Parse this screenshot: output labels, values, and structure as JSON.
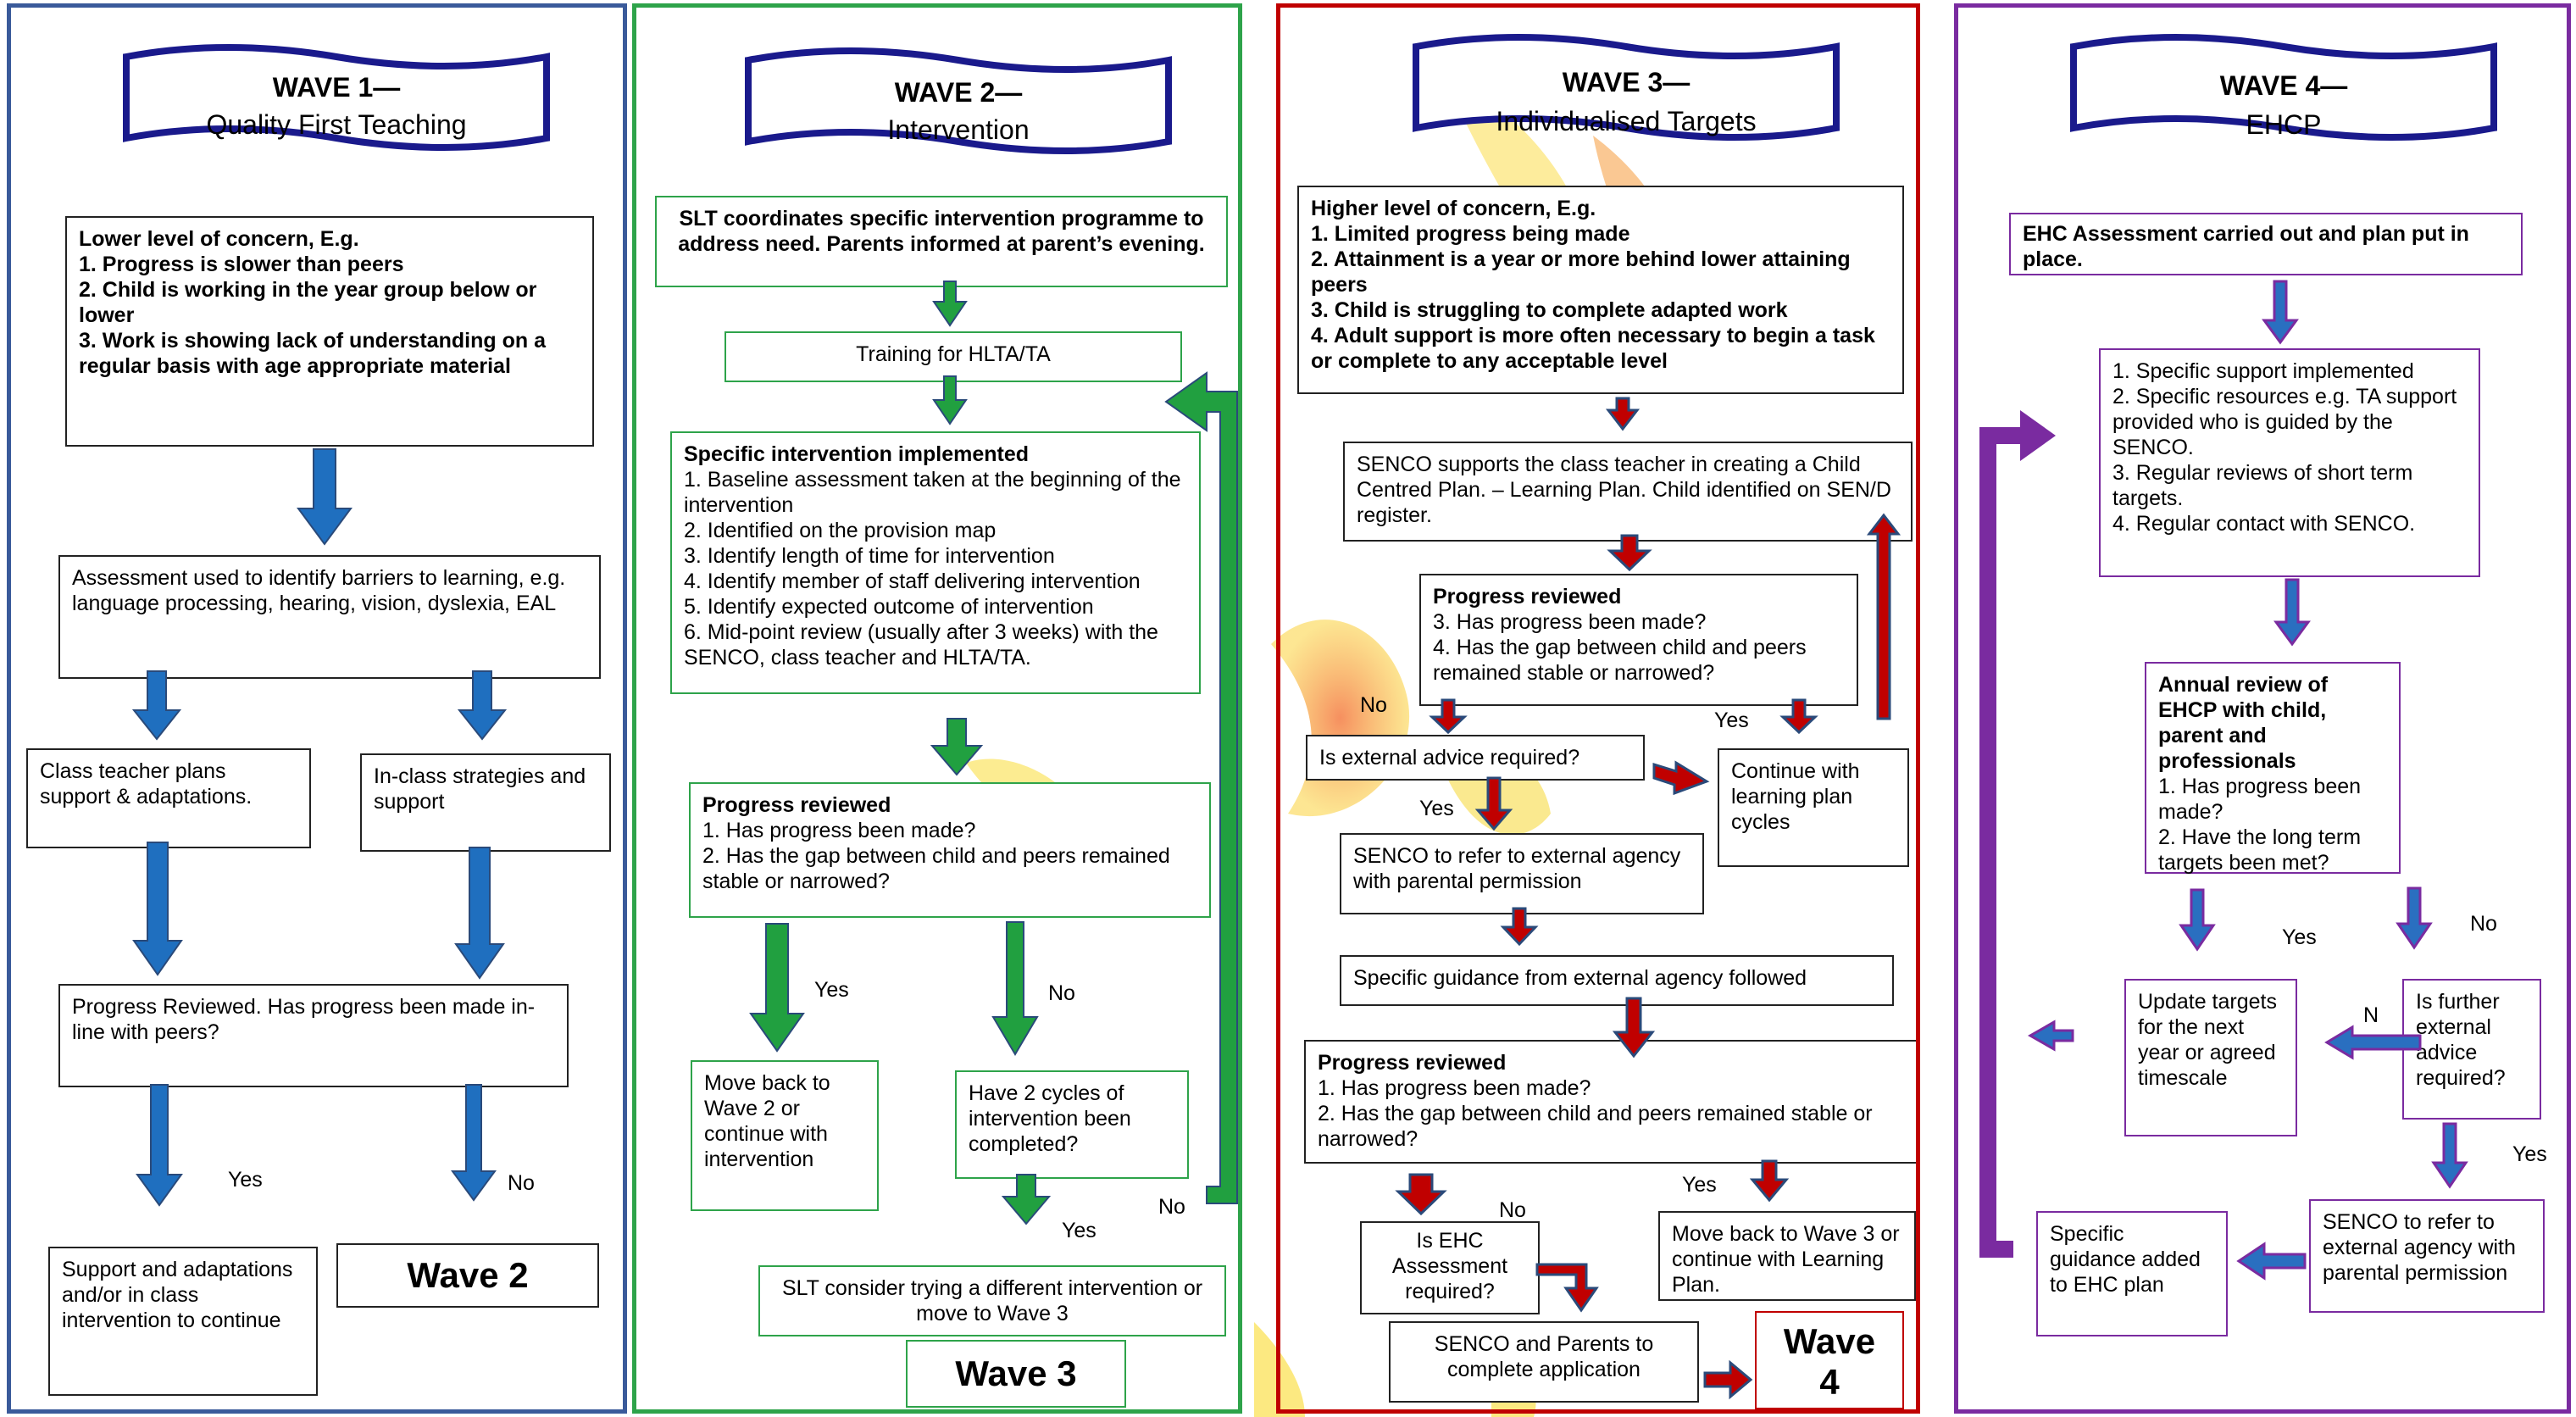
{
  "wave1": {
    "title": "WAVE 1—",
    "subtitle": "Quality First Teaching",
    "concern_heading": "Lower level of concern, E.g.",
    "concern_items": [
      "1. Progress is slower than peers",
      "2. Child is working in the year group below or lower",
      "3. Work is showing lack of understanding on a regular basis with age appropriate material"
    ],
    "assessment": "Assessment used to identify barriers to learning, e.g. language processing, hearing, vision, dyslexia, EAL",
    "class_teacher": "Class teacher plans support & adaptations.",
    "in_class": "In-class strategies and support",
    "progress": "Progress Reviewed.  Has progress been made in-line with peers?",
    "yes": "Yes",
    "no": "No",
    "support": "Support and adaptations and/or in class intervention to continue",
    "wave2": "Wave 2"
  },
  "wave2": {
    "title": "WAVE 2—",
    "subtitle": "Intervention",
    "slt": "SLT coordinates specific intervention programme to address need.  Parents informed at parent’s evening.",
    "training": "Training for HLTA/TA",
    "specific_heading": "Specific intervention implemented",
    "specific_items": [
      "1. Baseline assessment taken at the beginning of the intervention",
      "2. Identified on the provision map",
      "3. Identify length of time for intervention",
      "4. Identify member of staff delivering intervention",
      "5. Identify expected outcome of intervention",
      "6. Mid-point review (usually after 3 weeks) with the SENCO, class teacher and HLTA/TA."
    ],
    "progress_heading": "Progress reviewed",
    "progress_items": [
      "1.  Has progress been made?",
      "2.  Has the gap between child and peers remained stable or narrowed?"
    ],
    "yes": "Yes",
    "no": "No",
    "move_back": "Move back to Wave 2 or continue with intervention",
    "two_cycles": "Have 2 cycles of intervention been completed?",
    "yes2": "Yes",
    "no2": "No",
    "slt_consider": "SLT consider trying a different intervention or move to Wave 3",
    "wave3": "Wave 3"
  },
  "wave3": {
    "title": "WAVE 3—",
    "subtitle": "Individualised Targets",
    "concern_heading": "Higher level of concern, E.g.",
    "concern_items": [
      "1. Limited progress being made",
      "2. Attainment is a year or more behind lower attaining peers",
      "3. Child is struggling to complete adapted work",
      "4. Adult support is more often necessary to begin a task or complete to any acceptable level"
    ],
    "senco": "SENCO supports the class teacher in creating a Child Centred Plan. – Learning Plan.  Child identified on SEN/D register.",
    "progress_heading": "Progress reviewed",
    "progress_items": [
      "3.  Has progress been made?",
      "4.  Has the gap between child and peers remained stable or narrowed?"
    ],
    "no": "No",
    "yes": "Yes",
    "external": "Is external advice required?",
    "continue": "Continue with learning plan cycles",
    "yes2": "Yes",
    "senco_refer": "SENCO to refer to external agency with parental permission",
    "guidance": "Specific guidance from external agency followed",
    "progress2_heading": "Progress reviewed",
    "progress2_items": [
      "1.  Has progress been made?",
      "2.  Has the gap between child and peers remained stable or narrowed?"
    ],
    "no2": "No",
    "yes3": "Yes",
    "ehc": "Is EHC Assessment required?",
    "move_back": "Move back to Wave 3 or continue with Learning Plan.",
    "senco_parents": "SENCO and Parents to complete application",
    "wave4": "Wave 4"
  },
  "wave4": {
    "title": "WAVE 4—",
    "subtitle": "EHCP",
    "ehc": "EHC Assessment carried out and plan put in place.",
    "support_items": [
      "1. Specific support implemented",
      "2. Specific resources e.g. TA support provided who is guided by the SENCO.",
      "3. Regular reviews of short term targets.",
      "4. Regular contact with SENCO."
    ],
    "annual_heading": "Annual review of EHCP with child, parent and professionals",
    "annual_items": [
      "1. Has progress been made?",
      "2. Have the long term targets been met?"
    ],
    "yes": "Yes",
    "no": "No",
    "update": "Update targets for the next year or agreed timescale",
    "n": "N",
    "further": "Is further external advice required?",
    "yes2": "Yes",
    "specific": "Specific guidance added to EHC plan",
    "senco": "SENCO to refer to external agency with parental permission"
  },
  "colors": {
    "wave1_border": "#3a5a9a",
    "wave2_border": "#2ea34a",
    "wave3_border": "#c00000",
    "wave4_border": "#7a2ba0",
    "blue_arrow": "#1f6fbf",
    "green_arrow": "#21a040",
    "red_arrow": "#c00000",
    "purple_arrow": "#7a2ba0",
    "scroll_border": "#1a1a8c"
  }
}
